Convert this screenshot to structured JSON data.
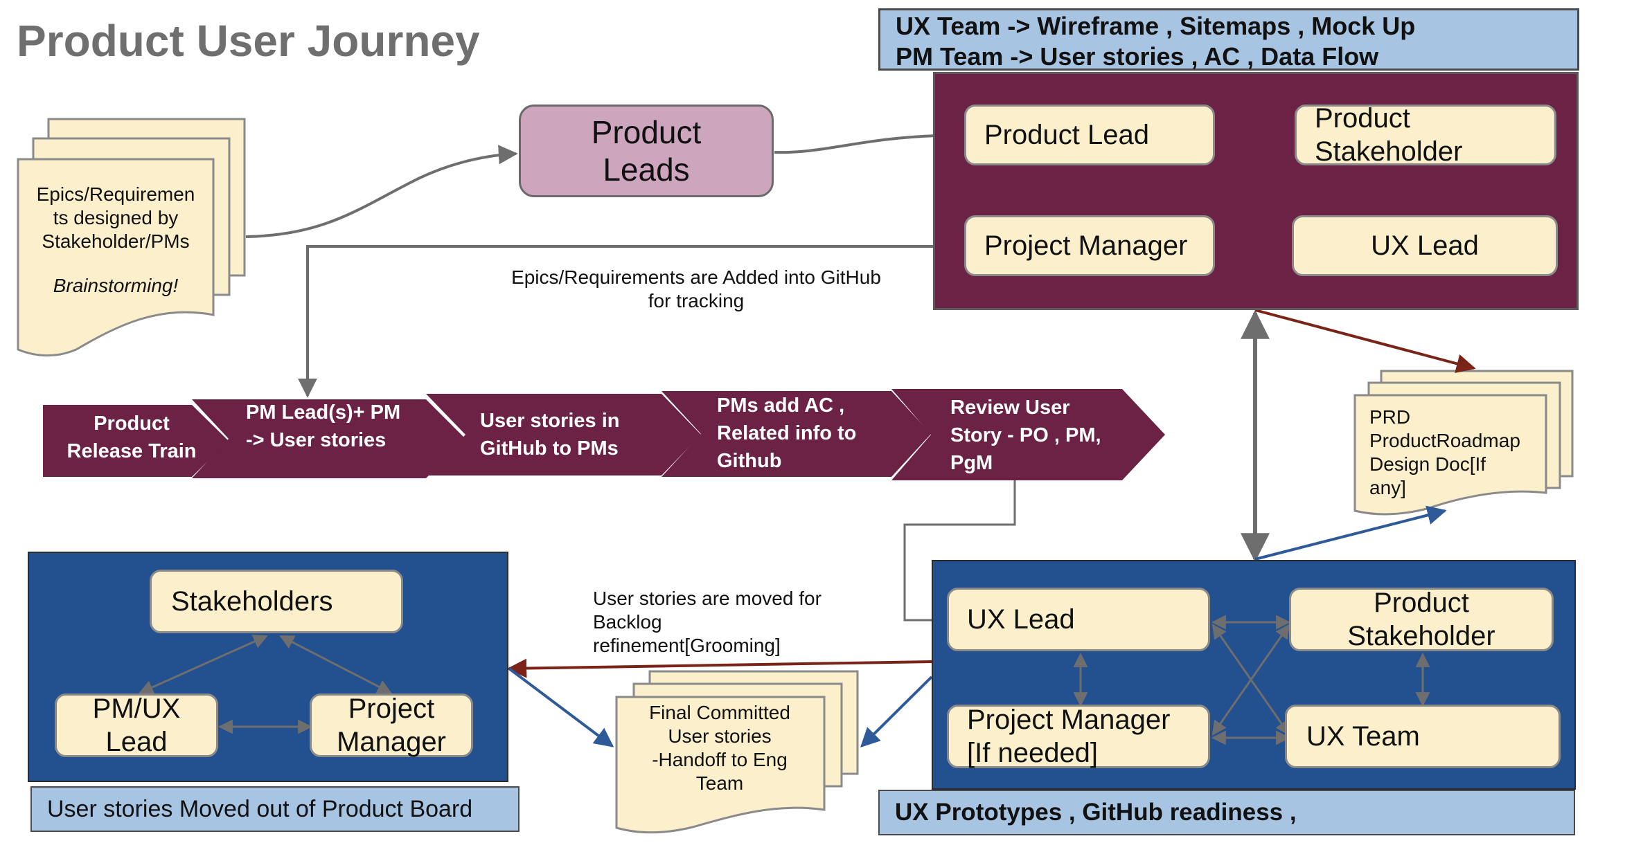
{
  "title": "Product User Journey",
  "top_banner": {
    "line1": "UX Team -> Wireframe , Sitemaps , Mock Up",
    "line2": "PM Team -> User stories , AC , Data Flow"
  },
  "epics_doc": {
    "line1": "Epics/Requiremen",
    "line2": "ts designed by",
    "line3": "Stakeholder/PMs",
    "line4": "Brainstorming!"
  },
  "product_leads": {
    "line1": "Product",
    "line2": "Leads"
  },
  "top_panel": {
    "product_lead": "Product Lead",
    "product_stakeholder_1": "Product",
    "product_stakeholder_2": "Stakeholder",
    "project_manager": "Project Manager",
    "ux_lead": "UX Lead"
  },
  "github_note": {
    "line1": "Epics/Requirements are Added into GitHub",
    "line2": "for tracking"
  },
  "process_steps": [
    {
      "line1": "Product",
      "line2": "Release Train",
      "line3": ""
    },
    {
      "line1": "PM Lead(s)+ PM",
      "line2": "-> User stories",
      "line3": ""
    },
    {
      "line1": "User stories in",
      "line2": "GitHub to PMs",
      "line3": ""
    },
    {
      "line1": "PMs add AC ,",
      "line2": "Related info to",
      "line3": "Github"
    },
    {
      "line1": "Review User",
      "line2": "Story - PO , PM,",
      "line3": "PgM"
    }
  ],
  "prd_doc": {
    "line1": "PRD",
    "line2": "ProductRoadmap",
    "line3": "Design Doc[If",
    "line4": "any]"
  },
  "left_panel": {
    "stakeholders": "Stakeholders",
    "pm_ux_lead_1": "PM/UX",
    "pm_ux_lead_2": "Lead",
    "project_manager_1": "Project",
    "project_manager_2": "Manager"
  },
  "left_banner": "User stories Moved out of Product Board",
  "backlog_note": {
    "line1": "User stories are moved for",
    "line2": "Backlog",
    "line3": "refinement[Grooming]"
  },
  "final_doc": {
    "line1": "Final Committed",
    "line2": "User stories",
    "line3": "-Handoff to Eng",
    "line4": "Team"
  },
  "bottom_panel": {
    "ux_lead": "UX Lead",
    "product_stakeholder_1": "Product",
    "product_stakeholder_2": "Stakeholder",
    "project_manager_1": "Project Manager",
    "project_manager_2": "[If needed]",
    "ux_team": "UX Team"
  },
  "bottom_banner": "UX Prototypes , GitHub readiness ,",
  "colors": {
    "maroon": "#6b2245",
    "blue_panel": "#23508e",
    "banner_blue": "#a7c4e2",
    "card": "#fbefcc",
    "product_leads": "#cda6be",
    "doc": "#fbefcc",
    "arrow_gray": "#6e6e6e",
    "arrow_red": "#7a2418",
    "arrow_blue": "#2f5a99"
  }
}
